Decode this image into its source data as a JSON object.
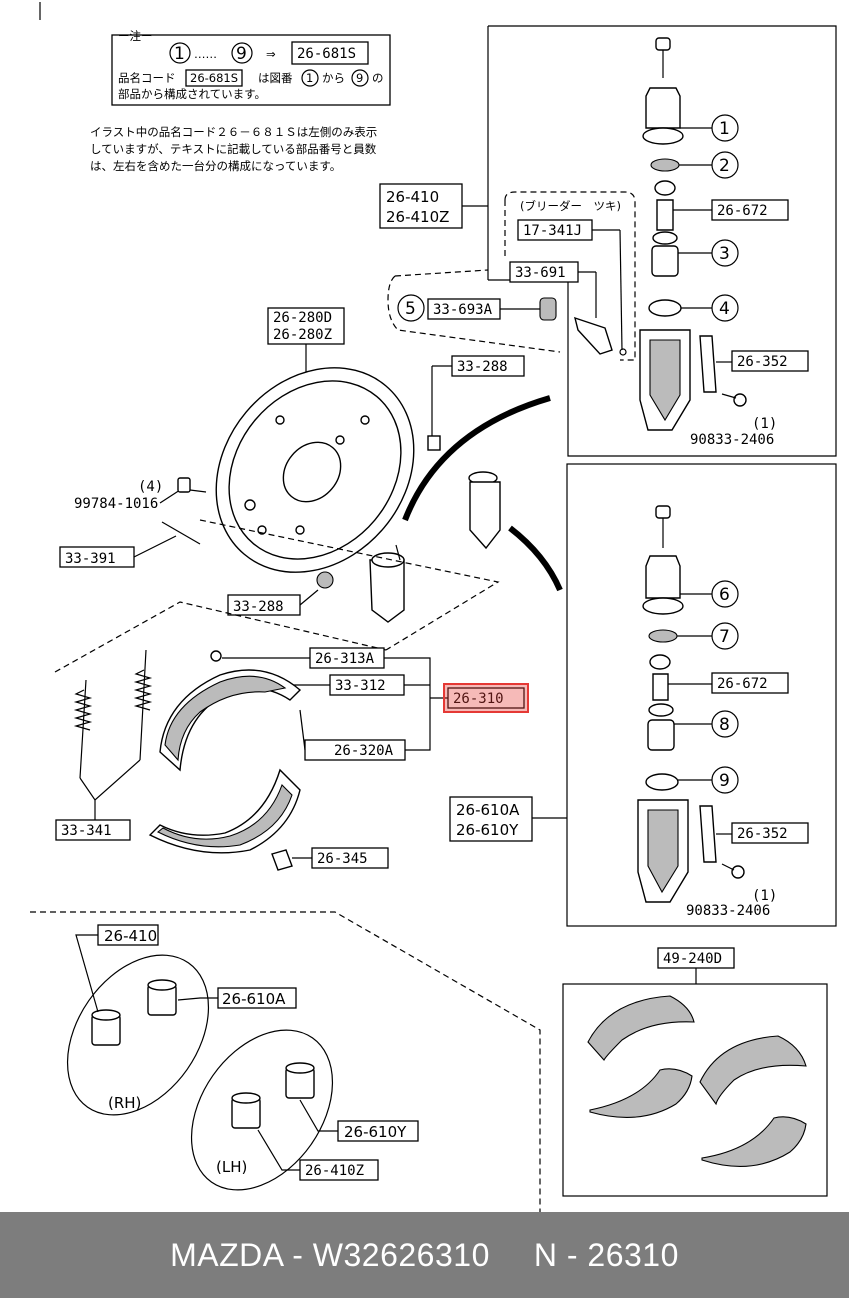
{
  "note_box": {
    "heading": "ー注ー",
    "range_start": "1",
    "range_dots": "……",
    "range_end": "9",
    "arrow": "⇒",
    "code": "26-681S",
    "line1_a": "品名コード",
    "line1_b": "は図番",
    "line1_c": "から",
    "line1_d": "の",
    "line2": "部品から構成されています。"
  },
  "note_text": [
    "イラスト中の品名コード２６－６８１Ｓは左側のみ表示",
    "していますが、テキストに記載している部品番号と員数",
    "は、左右を含めた一台分の構成になっています。"
  ],
  "labels": {
    "p26_410": "26-410",
    "p26_410Z": "26-410Z",
    "bleeder": "(ブリーダー　ツキ)",
    "p17_341J": "17-341J",
    "p33_691": "33-691",
    "p33_693A": "33-693A",
    "p26_280D": "26-280D",
    "p26_280Z": "26-280Z",
    "p33_288_top": "33-288",
    "p99784_qty": "(4)",
    "p99784": "99784-1016",
    "p33_391": "33-391",
    "p33_288_bottom": "33-288",
    "p26_313A": "26-313A",
    "p33_312": "33-312",
    "p26_310": "26-310",
    "p26_320A": "26-320A",
    "p33_341": "33-341",
    "p26_345": "26-345",
    "p26_672_top": "26-672",
    "p26_352_top": "26-352",
    "p90833_qty_top": "(1)",
    "p90833_top": "90833-2406",
    "p26_672_bottom": "26-672",
    "p26_610A": "26-610A",
    "p26_610Y": "26-610Y",
    "p26_352_bottom": "26-352",
    "p90833_qty_bottom": "(1)",
    "p90833_bottom": "90833-2406",
    "p49_240D": "49-240D",
    "inset_26_410": "26-410",
    "inset_26_610A": "26-610A",
    "inset_RH": "(RH)",
    "inset_26_610Y": "26-610Y",
    "inset_LH": "(LH)",
    "inset_26_410Z": "26-410Z"
  },
  "callouts": [
    "1",
    "2",
    "3",
    "4",
    "5",
    "6",
    "7",
    "8",
    "9"
  ],
  "highlight_color": "#e53935",
  "footer": {
    "left": "MAZDA - W32626310",
    "right": "N - 26310"
  }
}
